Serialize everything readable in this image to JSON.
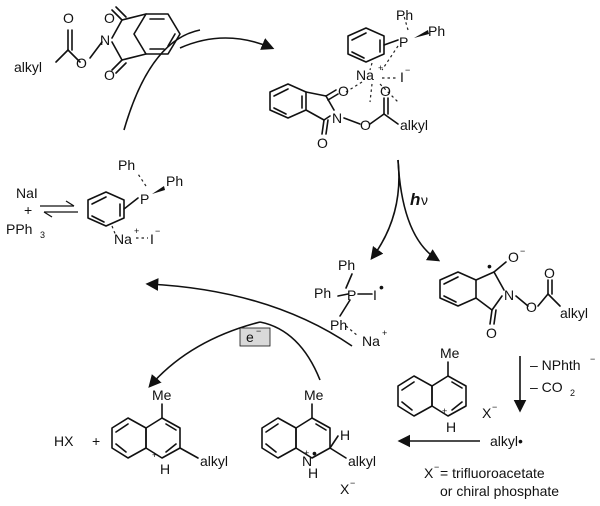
{
  "colors": {
    "ink": "#111111",
    "electron_box": "#d9d9d9"
  },
  "labels": {
    "alkyl": "alkyl",
    "O": "O",
    "N": "N",
    "P": "P",
    "Ph": "Ph",
    "Na": "Na",
    "I": "I",
    "plus": "+",
    "minus": "−",
    "radical": "•",
    "NaI": "NaI",
    "PPh3": "PPh",
    "three": "3",
    "hv_h": "h",
    "hv_nu": "ν",
    "electron": "e",
    "Me": "Me",
    "H": "H",
    "HX": "HX",
    "X": "X",
    "X_minus": "X",
    "sub2": "2",
    "nphth": "– NPhth",
    "co2": "– CO",
    "alkyl_radical": "alkyl•",
    "x_def_line1": "X",
    "x_def_line1_rest": " = trifluoroacetate",
    "x_def_line2": "or chiral phosphate"
  }
}
